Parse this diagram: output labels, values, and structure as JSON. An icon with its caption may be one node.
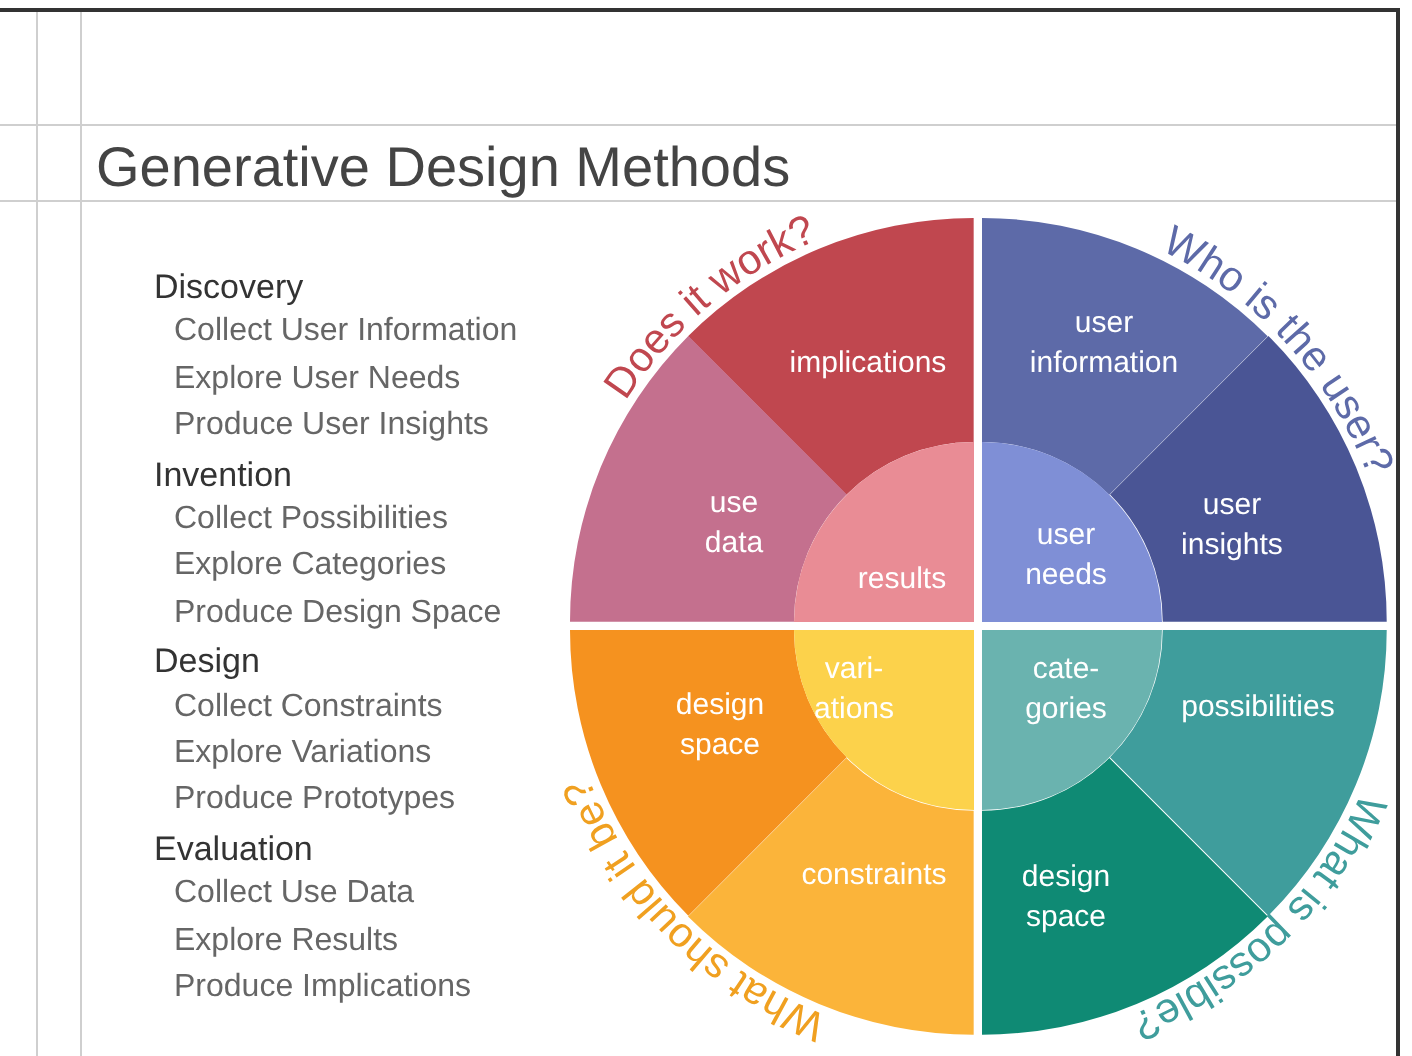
{
  "diagram": {
    "title": "Generative Design Methods",
    "nodes": [
      {
        "text": [
          "implications"
        ]
      },
      {
        "text": [
          "use data"
        ]
      },
      {
        "text": [
          "results"
        ]
      },
      {
        "text": [
          "user information"
        ]
      },
      {
        "text": [
          "user insights"
        ]
      },
      {
        "text": [
          "user needs"
        ]
      },
      {
        "text": [
          "vari- ations"
        ]
      },
      {
        "text": [
          "design space"
        ]
      },
      {
        "text": [
          "constraints"
        ]
      },
      {
        "text": [
          "cate- gories"
        ]
      },
      {
        "text": [
          "possibilities"
        ]
      },
      {
        "text": [
          "design space"
        ]
      }
    ],
    "edges": [],
    "labels": [
      "Discovery",
      "Collect User Information",
      "Explore User Needs",
      "Produce User Insights",
      "Invention",
      "Collect Possibilities",
      "Explore Categories",
      "Produce Design Space",
      "Design",
      "Collect Constraints",
      "Explore Variations",
      "Produce Prototypes",
      "Evaluation",
      "Collect Use Data",
      "Explore Results",
      "Produce Implications",
      "Does it work?",
      "Who is the user?",
      "What should it be?",
      "What is possible?"
    ]
  }
}
